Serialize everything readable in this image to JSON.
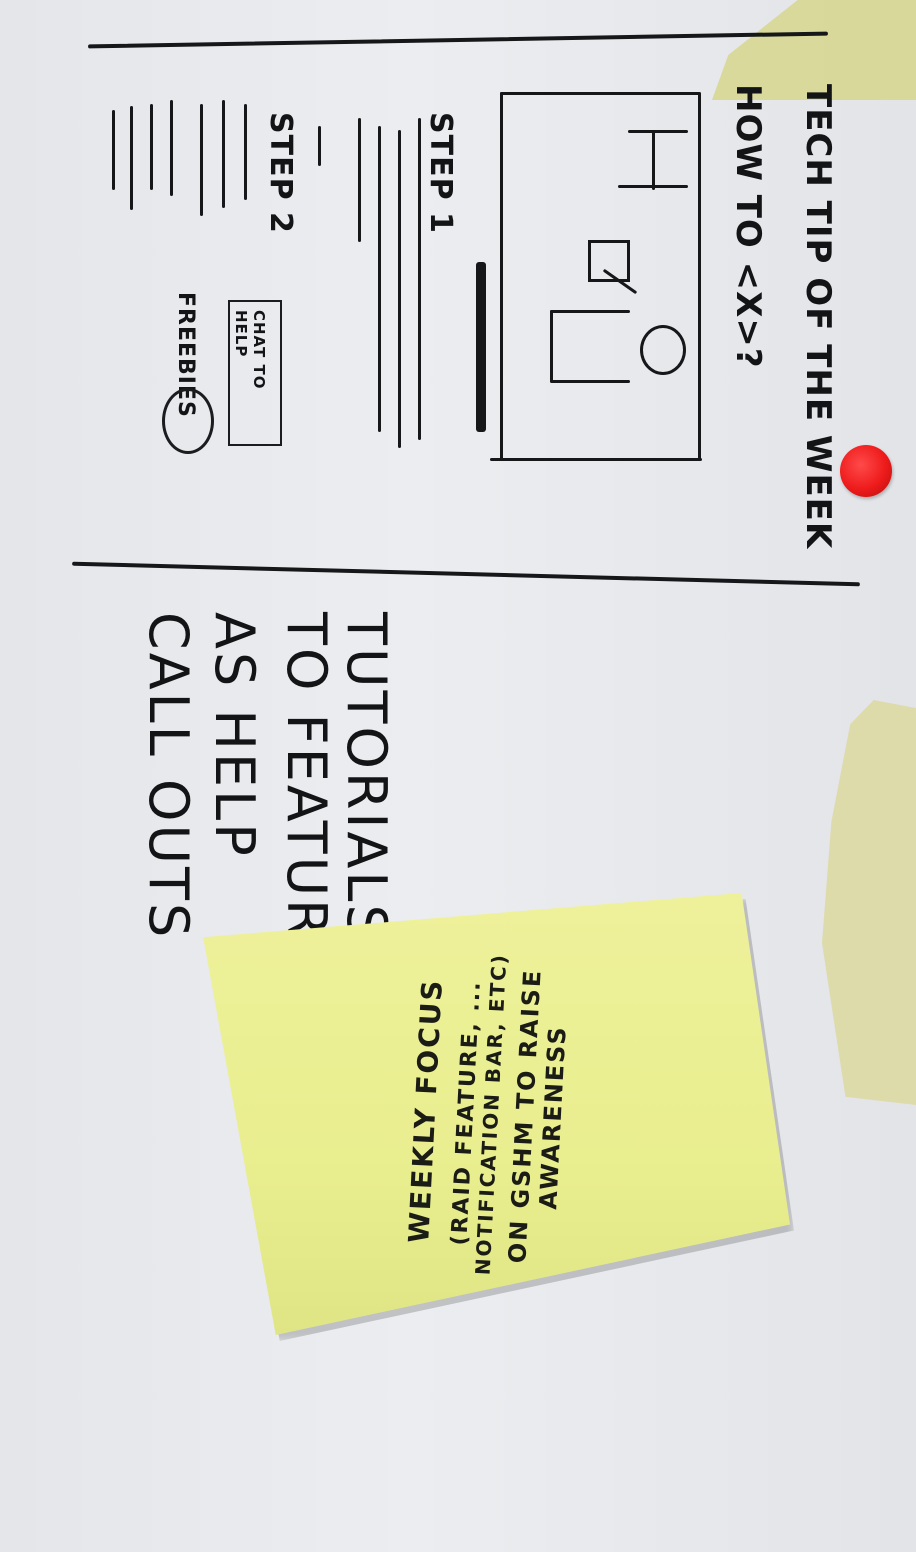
{
  "sketch": {
    "title_line_1": "TECH TIP OF THE WEEK",
    "title_line_2": "HOW TO <X>?",
    "step_1": "STEP 1",
    "step_2": "STEP 2",
    "chat_button": "CHAT TO HELP",
    "freebies": "FREEBIES",
    "tutorials_lines": [
      "TUTORIALS",
      "TO FEATURE",
      "AS HELP",
      "CALL OUTS"
    ]
  },
  "sticky_note": {
    "lines": [
      "WEEKLY FOCUS",
      "(RAID FEATURE, ...",
      "NOTIFICATION BAR, ETC)",
      "ON GSHM TO RAISE",
      "AWARENESS"
    ]
  },
  "colors": {
    "ink": "#121416",
    "pin": "#ee1b1b",
    "sticky": "#eef19a",
    "tape": "#d6d68c"
  }
}
